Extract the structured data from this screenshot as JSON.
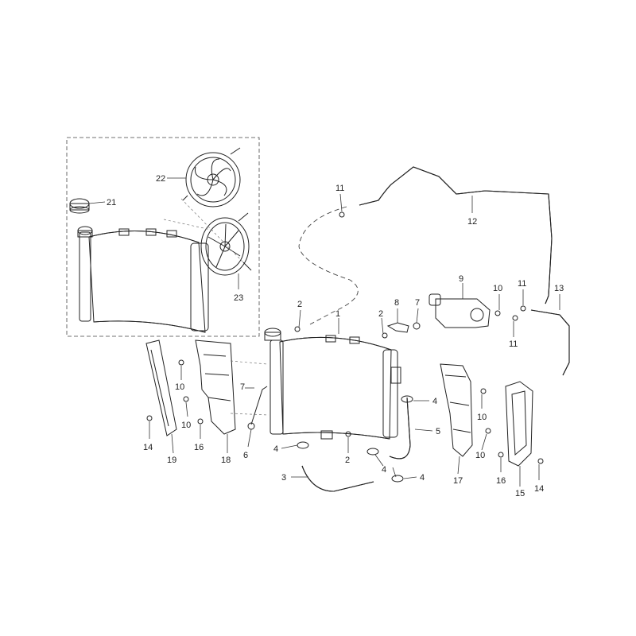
{
  "callouts": {
    "c1": "1",
    "c2a": "2",
    "c2b": "2",
    "c2c": "2",
    "c3": "3",
    "c4a": "4",
    "c4b": "4",
    "c4c": "4",
    "c4d": "4",
    "c5": "5",
    "c6": "6",
    "c7a": "7",
    "c7b": "7",
    "c8": "8",
    "c9": "9",
    "c10a": "10",
    "c10b": "10",
    "c10c": "10",
    "c10d": "10",
    "c10e": "10",
    "c11a": "11",
    "c11b": "11",
    "c11c": "11",
    "c12": "12",
    "c13": "13",
    "c14a": "14",
    "c14b": "14",
    "c15": "15",
    "c16a": "16",
    "c16b": "16",
    "c17": "17",
    "c18": "18",
    "c19": "19",
    "c21": "21",
    "c22": "22",
    "c23": "23"
  }
}
